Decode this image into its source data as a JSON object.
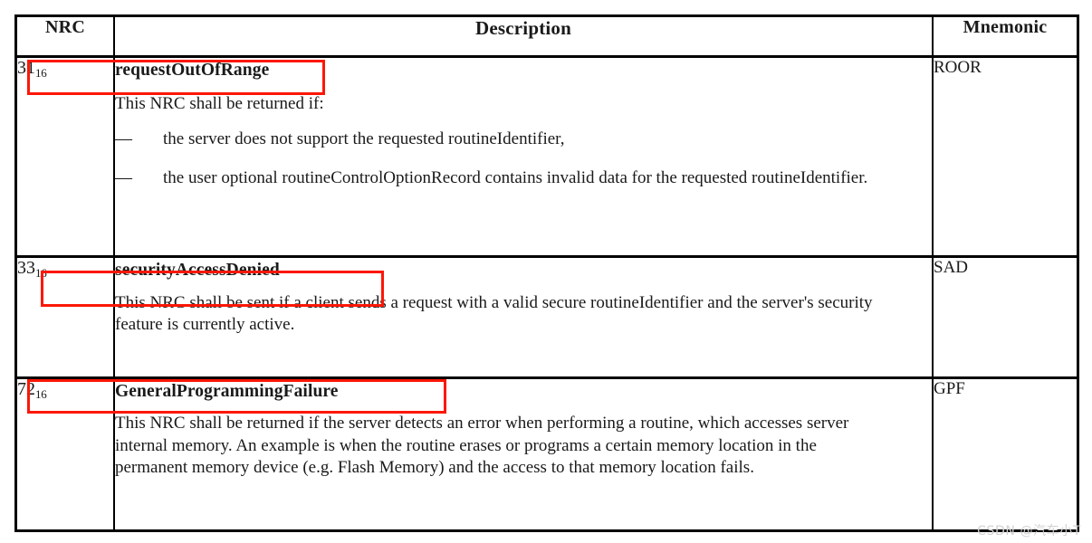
{
  "document": {
    "type": "standards-table",
    "watermark": "CSDN @汽车小T"
  },
  "table": {
    "columns": [
      {
        "key": "nrc",
        "label": "NRC"
      },
      {
        "key": "desc",
        "label": "Description"
      },
      {
        "key": "mnemonic",
        "label": "Mnemonic"
      }
    ],
    "rows": [
      {
        "nrc_value": "31",
        "nrc_subscript": "16",
        "term": "requestOutOfRange",
        "intro": "This NRC shall be returned if:",
        "bullets": [
          "the server does not support the requested routineIdentifier,",
          "the user optional routineControlOptionRecord contains invalid data for the requested routineIdentifier."
        ],
        "body": "",
        "mnemonic": "ROOR",
        "highlighted": true
      },
      {
        "nrc_value": "33",
        "nrc_subscript": "16",
        "term": "securityAccessDenied",
        "intro": "",
        "bullets": [],
        "body": "This NRC shall be sent if a client sends a request with a valid secure routineIdentifier and the server's security feature is currently active.",
        "mnemonic": "SAD",
        "highlighted": true
      },
      {
        "nrc_value": "72",
        "nrc_subscript": "16",
        "term": "GeneralProgrammingFailure",
        "intro": "",
        "bullets": [],
        "body": "This NRC shall be returned if the server detects an error when performing a routine, which accesses server internal memory. An example is when the routine erases or programs a certain memory location in the permanent memory device (e.g. Flash Memory) and the access to that memory location fails.",
        "mnemonic": "GPF",
        "highlighted": true
      }
    ]
  },
  "annotations": {
    "dash_glyph": "—",
    "highlight_color": "#fc1707",
    "border_color": "#000000"
  }
}
